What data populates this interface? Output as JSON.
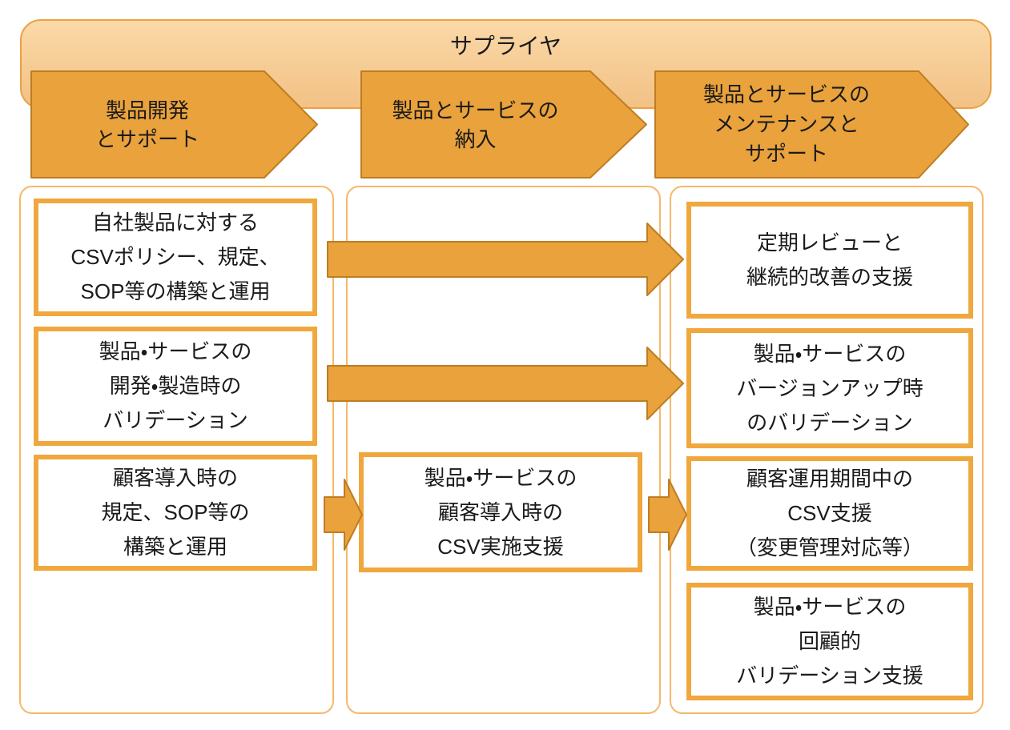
{
  "banner": {
    "title": "サプライヤ"
  },
  "phases": [
    {
      "label": "製品開発\nとサポート"
    },
    {
      "label": "製品とサービスの\n納入"
    },
    {
      "label": "製品とサービスの\nメンテナンスと\nサポート"
    }
  ],
  "columns": [
    {
      "phase": "製品開発とサポート",
      "boxes": [
        "自社製品に対する\nCSVポリシー、規定、\nSOP等の構築と運用",
        "製品・サービスの\n開発・製造時の\nバリデーション",
        "顧客導入時の\n規定、SOP等の\n構築と運用"
      ]
    },
    {
      "phase": "製品とサービスの納入",
      "boxes": [
        "製品・サービスの\n顧客導入時の\nCSV実施支援"
      ]
    },
    {
      "phase": "製品とサービスのメンテナンスとサポート",
      "boxes": [
        "定期レビューと\n継続的改善の支援",
        "製品・サービスの\nバージョンアップ時\nのバリデーション",
        "顧客運用期間中の\nCSV支援\n（変更管理対応等）",
        "製品・サービスの\n回顧的\nバリデーション支援"
      ]
    }
  ],
  "colors": {
    "shape_fill": "#E9A23C",
    "shape_border": "#BE7D22",
    "banner_fill_top": "#FBD9A8",
    "banner_fill_bottom": "#F2C185",
    "banner_border": "#EAA143",
    "container_border": "#F4B96A",
    "box_border": "#F0A73E",
    "text": "#1A1A1A"
  }
}
